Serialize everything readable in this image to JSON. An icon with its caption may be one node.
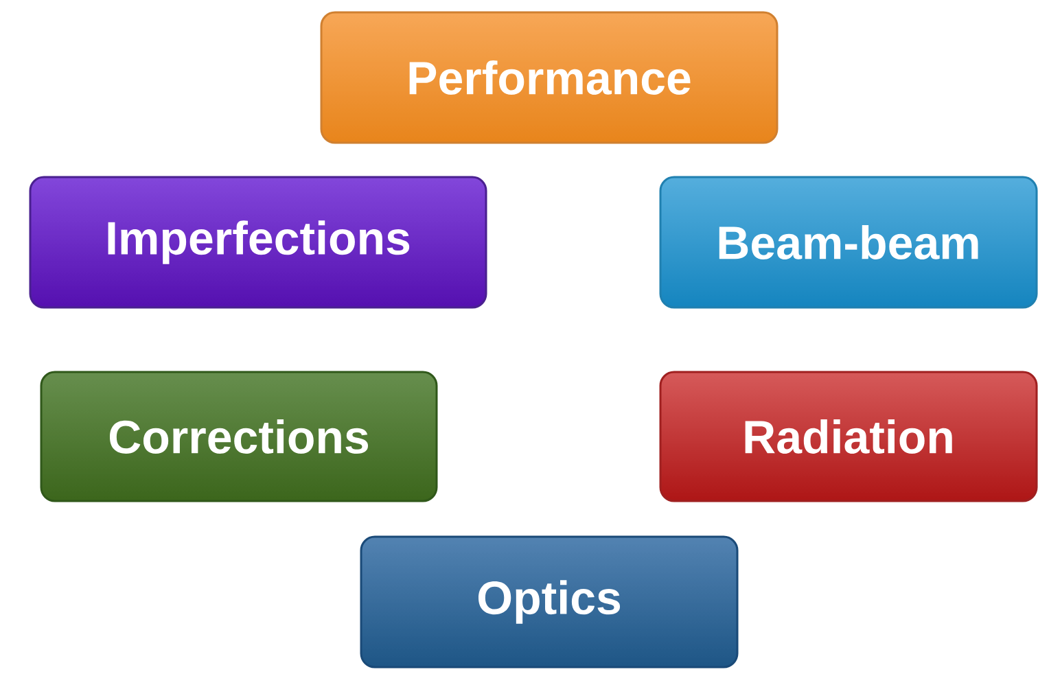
{
  "diagram": {
    "nodes": [
      {
        "text": [
          "Performance"
        ]
      },
      {
        "text": [
          "Imperfections"
        ]
      },
      {
        "text": [
          "Beam-beam"
        ]
      },
      {
        "text": [
          "Corrections"
        ]
      },
      {
        "text": [
          "Radiation"
        ]
      },
      {
        "text": [
          "Optics"
        ]
      }
    ]
  }
}
